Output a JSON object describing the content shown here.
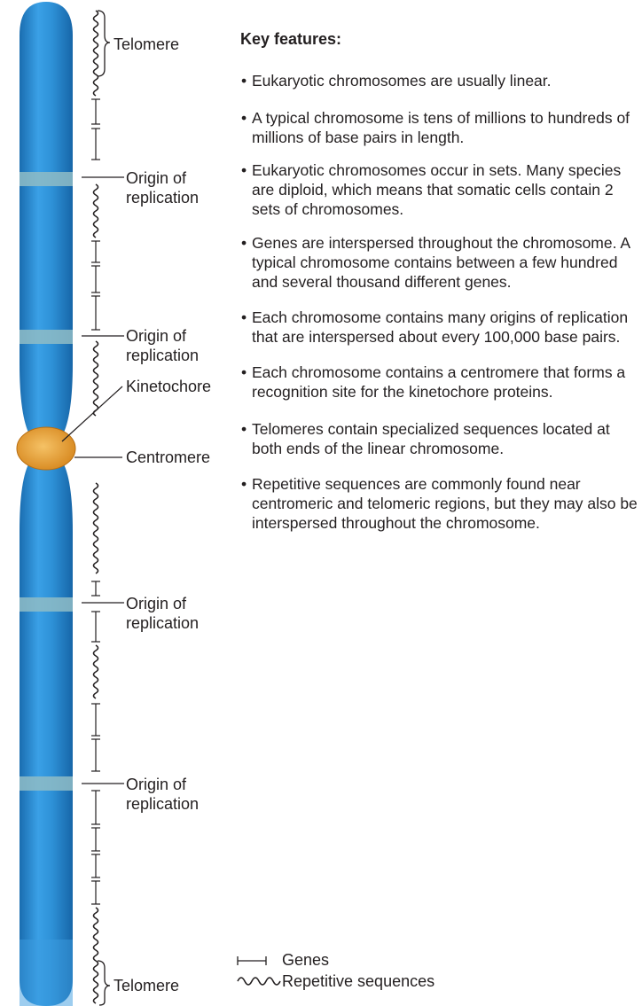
{
  "labels": {
    "telomere_top": "Telomere",
    "origins": [
      {
        "line1": "Origin of",
        "line2": "replication"
      },
      {
        "line1": "Origin of",
        "line2": "replication"
      },
      {
        "line1": "Origin of",
        "line2": "replication"
      },
      {
        "line1": "Origin of",
        "line2": "replication"
      }
    ],
    "kinetochore": "Kinetochore",
    "centromere": "Centromere",
    "telomere_bottom": "Telomere"
  },
  "key_features": {
    "heading": "Key features:",
    "items": [
      "Eukaryotic chromosomes are usually linear.",
      "A typical chromosome is tens of millions to hundreds of millions of base pairs in length.",
      "Eukaryotic chromosomes occur in sets. Many species are diploid, which means that somatic cells contain 2 sets of chromosomes.",
      "Genes are interspersed throughout the chromosome. A typical chromosome contains between a few hundred and several thousand different genes.",
      "Each chromosome contains many origins of replication that are interspersed about every 100,000 base pairs.",
      "Each chromosome contains a centromere that forms a recognition site for the kinetochore proteins.",
      "Telomeres contain specialized sequences located at both ends of the linear chromosome.",
      "Repetitive sequences are commonly found near centromeric and telomeric regions, but they may also be interspersed throughout the chromosome."
    ]
  },
  "legend": {
    "genes": "Genes",
    "repetitive": "Repetitive sequences"
  },
  "colors": {
    "chromosome": "#2b8fd6",
    "chromosome_dark": "#1b6fb5",
    "band": "#8fbcc6",
    "kinetochore": "#e8a33a"
  }
}
